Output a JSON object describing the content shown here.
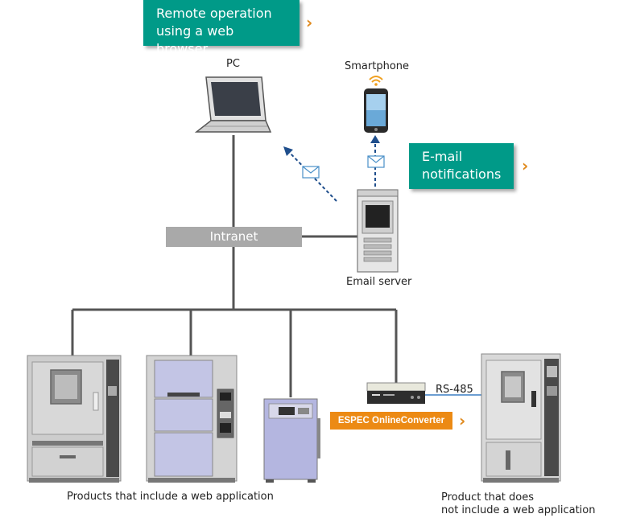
{
  "callouts": {
    "remote_line1": "Remote operation",
    "remote_line2": "using a web browser",
    "email_line1": "E-mail",
    "email_line2": "notifications"
  },
  "nodes": {
    "pc": "PC",
    "smartphone": "Smartphone",
    "intranet": "Intranet",
    "email_server": "Email server",
    "rs485": "RS-485",
    "converter": "ESPEC OnlineConverter"
  },
  "captions": {
    "with_web_app": "Products that include a web application",
    "without_line1": "Product that does",
    "without_line2": "not include a web application"
  },
  "icons": {
    "chevron": "chevron-right-icon",
    "envelope": "envelope-icon",
    "wifi": "wifi-icon"
  },
  "colors": {
    "teal": "#009a88",
    "orange": "#ec8a14",
    "network_line": "#555555",
    "dashed_arrow": "#1f4e8c",
    "rs485_line": "#3b7fc4"
  }
}
